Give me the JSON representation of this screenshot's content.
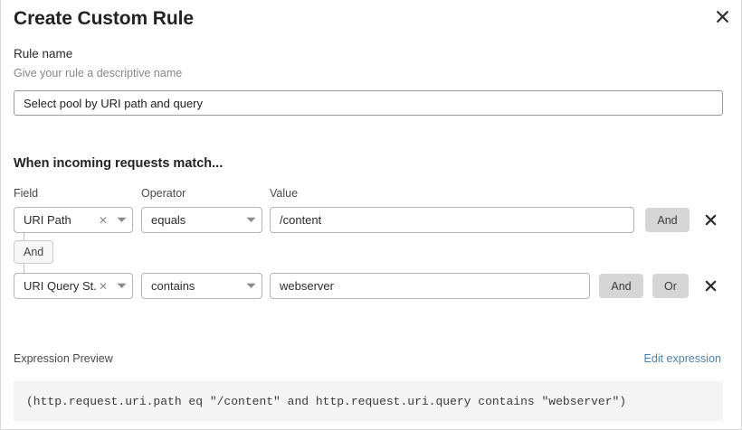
{
  "dialog": {
    "title": "Create Custom Rule",
    "close_icon": "close-icon"
  },
  "rule_name": {
    "label": "Rule name",
    "hint": "Give your rule a descriptive name",
    "value": "Select pool by URI path and query",
    "placeholder": "Select pool by URI path and query"
  },
  "conditions_section": {
    "heading": "When incoming requests match...",
    "columns": {
      "field": "Field",
      "operator": "Operator",
      "value": "Value"
    },
    "rows": [
      {
        "field": "URI Path",
        "operator": "equals",
        "value": "/content",
        "clear_icon": "clear-icon",
        "caret_icon": "chevron-down-icon",
        "and_label": "And",
        "delete_icon": "delete-icon"
      },
      {
        "field": "URI Query St...",
        "operator": "contains",
        "value": "webserver",
        "clear_icon": "clear-icon",
        "caret_icon": "chevron-down-icon",
        "and_label": "And",
        "or_label": "Or",
        "delete_icon": "delete-icon"
      }
    ],
    "connector_label": "And"
  },
  "expression_preview": {
    "label": "Expression Preview",
    "edit_link": "Edit expression",
    "expression": "(http.request.uri.path eq \"/content\" and http.request.uri.query contains \"webserver\")"
  },
  "colors": {
    "link": "#4e81a8",
    "button_gray": "#d5d5d5",
    "preview_bg": "#f4f4f4",
    "border": "#b5b5b5",
    "text": "#2c2c2c"
  }
}
